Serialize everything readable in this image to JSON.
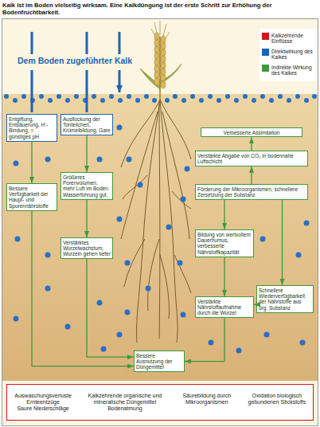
{
  "diagram": {
    "title": "Kalk ist im Boden vielseitig wirksam. Eine Kalkdüngung ist der erste Schritt zur Erhöhung der Bodenfruchtbarkeit.",
    "nodes": [
      {
        "text": [
          "Entgiftung, Entsäuerung, H⁺-Bindung, = günstiges pH"
        ]
      },
      {
        "text": [
          "Ausflockung der Tonteilchen, Krümelbildung, Gare"
        ]
      },
      {
        "text": [
          "Verbesserte Assimilation"
        ]
      },
      {
        "text": [
          "Verstärkte Abgabe von CO₂ in bodennahe Luftschicht"
        ]
      },
      {
        "text": [
          "Größeres Porenvolumen, mehr Luft im Boden. Wasserführung gut."
        ]
      },
      {
        "text": [
          "Bessere Verfügbarkeit der Haupt- und Spurennährstoffe"
        ]
      },
      {
        "text": [
          "Förderung der Mikroorganismen, schnellere Zersetzung der Substanz"
        ]
      },
      {
        "text": [
          "Bildung von wertvollem Dauerhumus, verbesserte Nährstoffkapazität"
        ]
      },
      {
        "text": [
          "Verstärktes Wurzelwachstum, Wurzeln gehen tiefer"
        ]
      },
      {
        "text": [
          "Schnellere Wiederverfügbarkeit der Nährstoffe aus org. Substanz"
        ]
      },
      {
        "text": [
          "Verstärkte Nährstoffaufnahme durch die Wurzel"
        ]
      },
      {
        "text": [
          "Bessere Ausnutzung der Düngemittel"
        ]
      },
      {
        "text": [
          "Auswaschungsverluste",
          "Ernteentzüge",
          "Saure Niederschläge",
          "Kalkzehrende organische und mineralische Düngemittel",
          "Bodenatmung",
          "Säurebildung durch Mikroorganismen",
          "Oxidation biologisch gebundenen Stickstoffs"
        ]
      }
    ],
    "edges": [
      {
        "from": 0,
        "to": 5,
        "arrow": "to"
      },
      {
        "from": 1,
        "to": 4,
        "arrow": "to"
      },
      {
        "from": 4,
        "to": 8,
        "arrow": "to"
      },
      {
        "from": 5,
        "to": 11,
        "arrow": "to"
      },
      {
        "from": 8,
        "to": 11,
        "arrow": "to"
      },
      {
        "from": 6,
        "to": 3,
        "arrow": "to"
      },
      {
        "from": 3,
        "to": 2,
        "arrow": "to"
      },
      {
        "from": 6,
        "to": 7,
        "arrow": "to"
      },
      {
        "from": 6,
        "to": 9,
        "arrow": "to"
      },
      {
        "from": 7,
        "to": 10,
        "arrow": "to"
      },
      {
        "from": 9,
        "to": 10,
        "arrow": "to"
      },
      {
        "from": 10,
        "to": 11,
        "arrow": "to"
      }
    ],
    "labels": [
      "Dem Boden zugeführter Kalk"
    ],
    "legend": [
      {
        "text": "Kalkzehrende Einflüsse",
        "color": "#d7141a"
      },
      {
        "text": "Direktwirkung des Kalkes",
        "color": "#1e64b4"
      },
      {
        "text": "Indirekte Wirkung des Kalkes",
        "color": "#3d9a3d"
      }
    ]
  }
}
